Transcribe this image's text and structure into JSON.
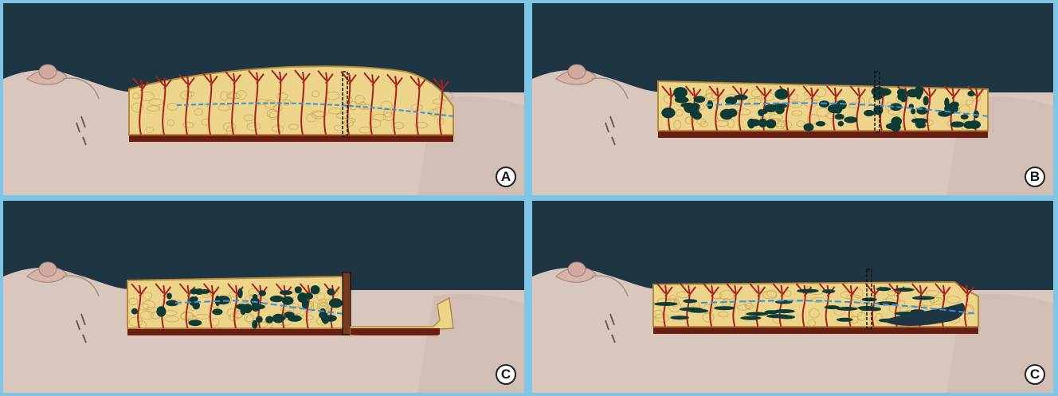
{
  "panels": [
    {
      "label": "A",
      "variant": "A"
    },
    {
      "label": "B",
      "variant": "B"
    },
    {
      "label": "C",
      "variant": "C"
    },
    {
      "label": "C",
      "variant": "D"
    }
  ],
  "colors": {
    "background": "#1e3644",
    "skin": "#d9c7bd",
    "fat": "#ecd58a",
    "vessel": "#a8231d",
    "muscle": "#6b1d12",
    "fluid_pocket": "#0f3b36",
    "fascia_line": "#3b8fd9"
  }
}
